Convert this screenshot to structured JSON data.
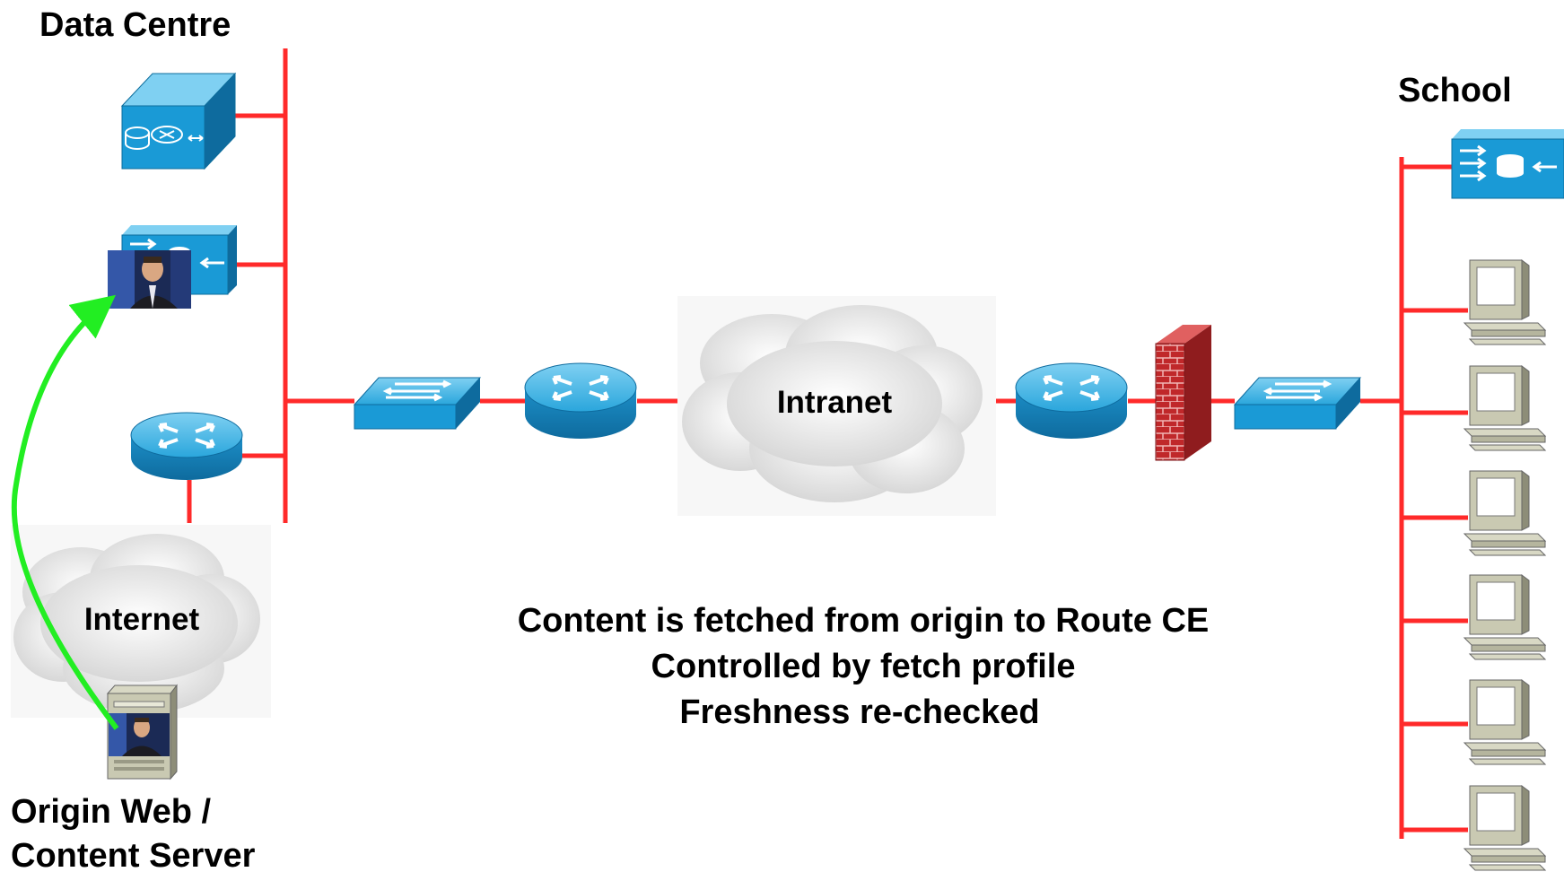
{
  "labels": {
    "data_centre": "Data Centre",
    "school": "School",
    "intranet": "Intranet",
    "internet": "Internet",
    "origin_line1": "Origin Web /",
    "origin_line2": "Content Server"
  },
  "caption": {
    "line1": "Content is fetched from origin to Route CE",
    "line2": "Controlled by fetch profile",
    "line3": "Freshness re-checked"
  },
  "colors": {
    "link": "#ff2a2a",
    "flow_arrow": "#22ee22",
    "device_blue": "#1a9ad6",
    "firewall": "#c0282a",
    "cloud": "#e6e6e6"
  },
  "icons": {
    "content_engine": "content-engine-icon",
    "route_ce": "route-content-engine-icon",
    "router": "router-icon",
    "switch": "switch-icon",
    "firewall": "firewall-icon",
    "workstation": "workstation-icon",
    "server": "server-icon",
    "video": "video-thumbnail-icon",
    "cloud": "cloud-icon"
  }
}
